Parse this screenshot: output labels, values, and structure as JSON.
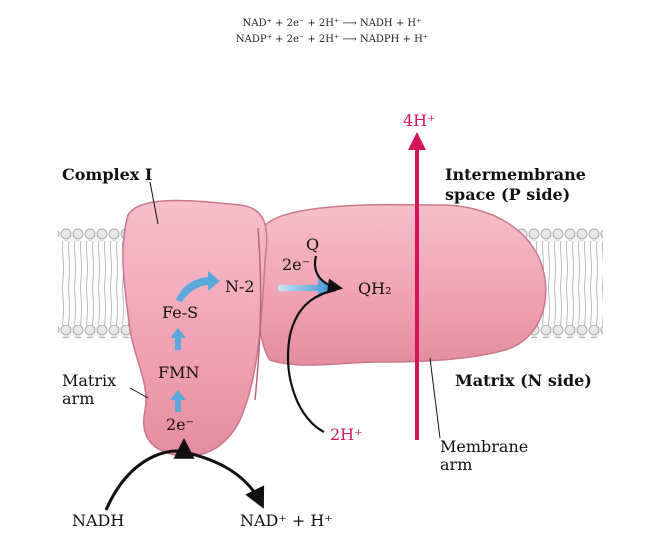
{
  "equations": {
    "line1": "NAD⁺ + 2e⁻ + 2H⁺ ⟶ NADH + H⁺",
    "line2": "NADP⁺ + 2e⁻ + 2H⁺ ⟶ NADPH + H⁺"
  },
  "labels": {
    "complex": "Complex I",
    "intermembrane_1": "Intermembrane",
    "intermembrane_2": "space (P side)",
    "matrix_side": "Matrix (N side)",
    "matrix_arm_1": "Matrix",
    "matrix_arm_2": "arm",
    "membrane_arm_1": "Membrane",
    "membrane_arm_2": "arm",
    "proton_out": "4H⁺",
    "proton_in": "2H⁺",
    "n2": "N-2",
    "fes": "Fe-S",
    "fmn": "FMN",
    "e_low": "2e⁻",
    "e_high": "2e⁻",
    "q": "Q",
    "qh2": "QH₂",
    "nadh": "NADH",
    "nad_product": "NAD⁺ + H⁺"
  },
  "colors": {
    "protein": "#f2a3b3",
    "protein_edge": "#c9788a",
    "membrane_head": "#d6d9d8",
    "proton_arrow": "#d4145a",
    "electron_arrow": "#5aa8dc"
  }
}
